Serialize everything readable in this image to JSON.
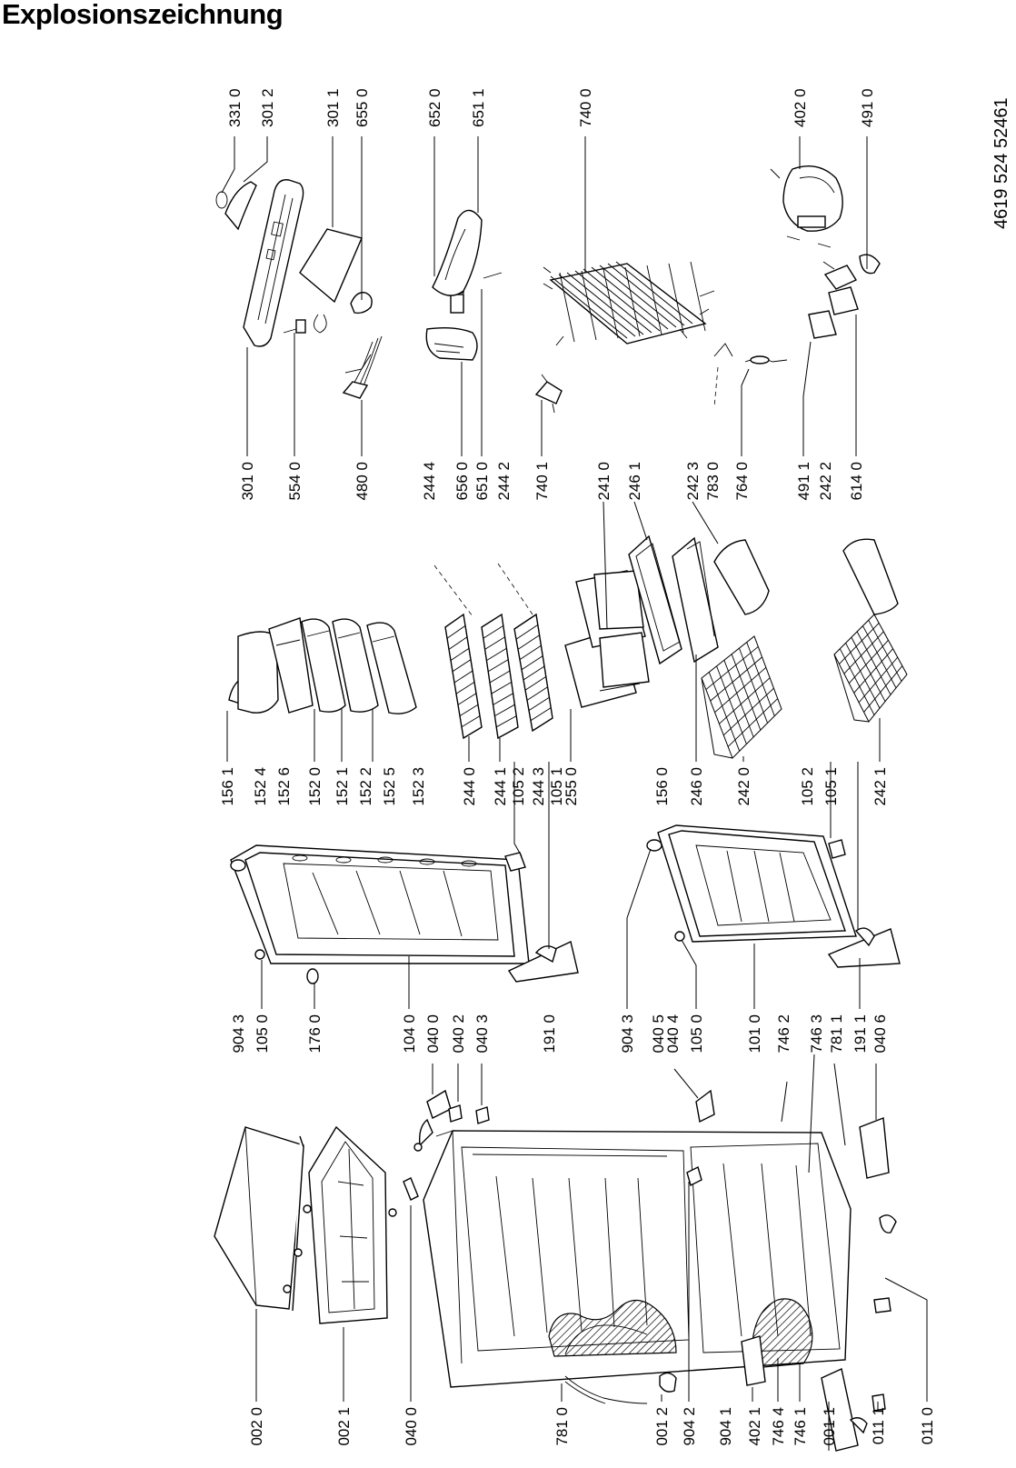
{
  "title": "Explosionszeichnung",
  "doc_number": "4619 524 52461",
  "labels": {
    "c1": [
      "331 0",
      "301 2",
      "301 1",
      "655 0",
      "652 0",
      "651 1",
      "740 0",
      "402 0",
      "491 0"
    ],
    "c2": [
      "301 0",
      "554 0",
      "480 0",
      "244 4",
      "656 0",
      "651 0",
      "244 2",
      "740 1",
      "241 0",
      "246 1",
      "242 3",
      "783 0",
      "764 0",
      "491 1",
      "242 2",
      "614 0"
    ],
    "c3": [
      "156 1",
      "152 4",
      "152 6",
      "152 0",
      "152 1",
      "152 2",
      "152 5",
      "152 3",
      "244 0",
      "244 1",
      "105 2",
      "244 3",
      "105 1",
      "255 0",
      "156 0",
      "246 0",
      "242 0",
      "105 2",
      "105 1",
      "242 1"
    ],
    "c4": [
      "904 3",
      "105 0",
      "176 0",
      "104 0",
      "040 0",
      "040 2",
      "040 3",
      "191 0",
      "904 3",
      "040 5",
      "040 4",
      "105 0",
      "101 0",
      "746 2",
      "746 3",
      "781 1",
      "191 1",
      "040 6"
    ],
    "c5": [
      "002 0",
      "002 1",
      "040 0",
      "781 0",
      "001 2",
      "904 2",
      "904 1",
      "402 1",
      "746 4",
      "746 1",
      "001 1",
      "011 1",
      "011 0"
    ]
  }
}
